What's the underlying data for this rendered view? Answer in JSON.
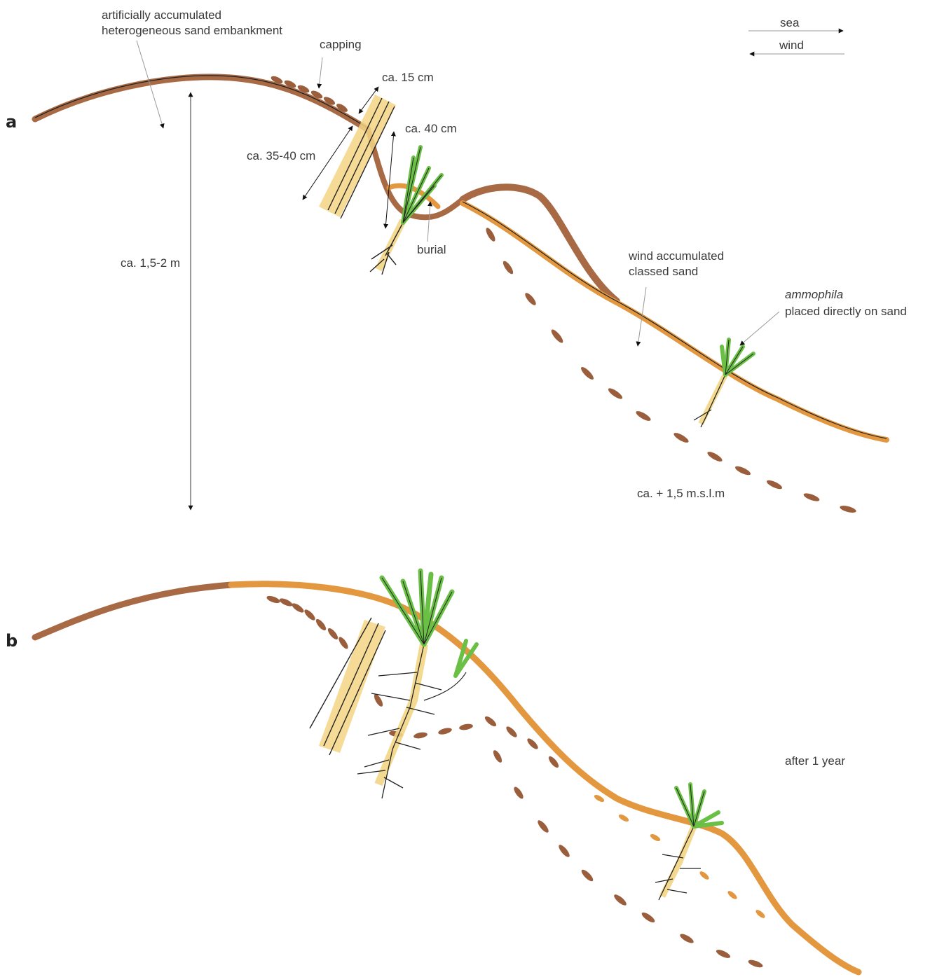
{
  "panel_a": {
    "letter": "a",
    "labels": {
      "embankment_line1": "artificially accumulated",
      "embankment_line2": "heterogeneous sand embankment",
      "capping": "capping",
      "depth_15": "ca. 15 cm",
      "depth_40": "ca. 40 cm",
      "depth_35_40": "ca. 35-40 cm",
      "burial": "burial",
      "height": "ca. 1,5-2 m",
      "wind_sand_line1": "wind accumulated",
      "wind_sand_line2": "classed sand",
      "ammophila": "ammophila",
      "ammophila_line2": "placed directly on sand",
      "elevation": "ca. + 1,5 m.s.l.m"
    }
  },
  "legend": {
    "sea": "sea",
    "wind": "wind"
  },
  "panel_b": {
    "letter": "b",
    "after": "after 1 year"
  },
  "colors": {
    "profile_brown": "#a86a45",
    "profile_orange": "#e3973f",
    "capping_brown": "#9a5e3c",
    "straw_yellow": "#f3d584",
    "grass_green": "#6abf45",
    "ink": "#222222"
  },
  "icons": [
    "arrow-right-icon",
    "arrow-left-icon",
    "double-arrow-icon",
    "ammophila-plant-icon",
    "straw-bundle-icon"
  ]
}
